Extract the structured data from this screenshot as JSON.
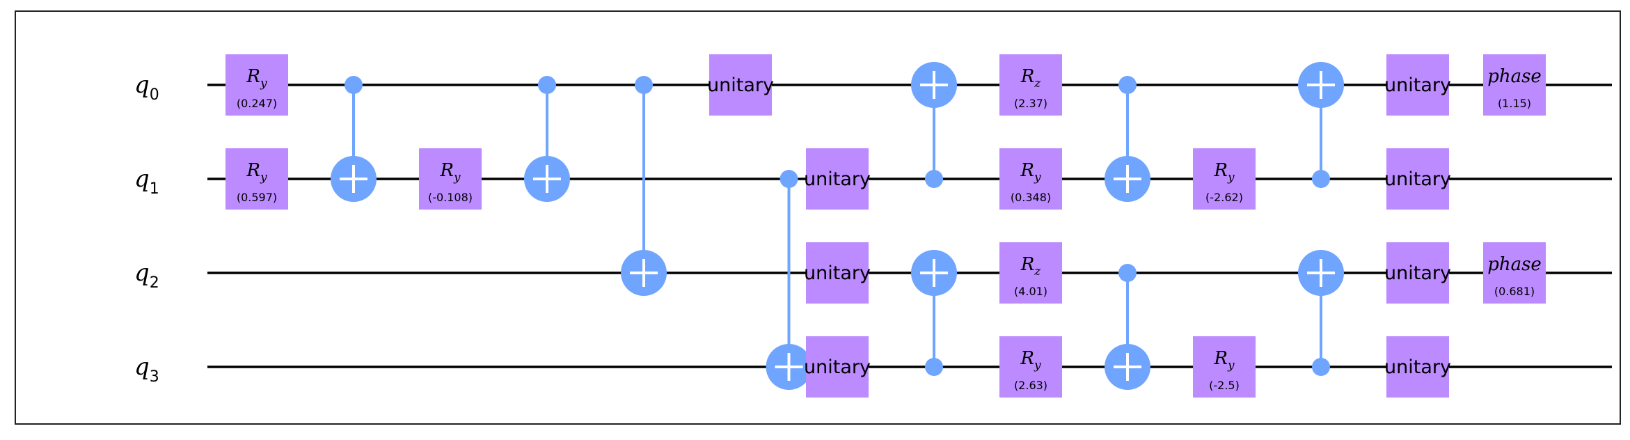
{
  "colors": {
    "gate": "#bb8bff",
    "control": "#6fa4ff",
    "wire": "#000000",
    "background": "#ffffff"
  },
  "qubits": [
    {
      "name": "q",
      "index": "0"
    },
    {
      "name": "q",
      "index": "1"
    },
    {
      "name": "q",
      "index": "2"
    },
    {
      "name": "q",
      "index": "3"
    }
  ],
  "gates": [
    {
      "type": "box",
      "col": 0,
      "qubit": 0,
      "name": "R",
      "sub": "y",
      "param": "(0.247)"
    },
    {
      "type": "box",
      "col": 0,
      "qubit": 1,
      "name": "R",
      "sub": "y",
      "param": "(0.597)"
    },
    {
      "type": "cnot",
      "col": 1,
      "control": 0,
      "target": 1
    },
    {
      "type": "box",
      "col": 2,
      "qubit": 1,
      "name": "R",
      "sub": "y",
      "param": "(-0.108)"
    },
    {
      "type": "cnot",
      "col": 3,
      "control": 0,
      "target": 1
    },
    {
      "type": "cnot",
      "col": 4,
      "control": 0,
      "target": 2
    },
    {
      "type": "box",
      "col": 5,
      "qubit": 0,
      "label": "unitary"
    },
    {
      "type": "cnot",
      "col": 5.5,
      "control": 1,
      "target": 3
    },
    {
      "type": "box",
      "col": 6,
      "qubit": 1,
      "label": "unitary"
    },
    {
      "type": "box",
      "col": 6,
      "qubit": 2,
      "label": "unitary"
    },
    {
      "type": "box",
      "col": 6,
      "qubit": 3,
      "label": "unitary"
    },
    {
      "type": "cnot",
      "col": 7,
      "control": 1,
      "target": 0
    },
    {
      "type": "cnot",
      "col": 7,
      "control": 3,
      "target": 2
    },
    {
      "type": "box",
      "col": 8,
      "qubit": 0,
      "name": "R",
      "sub": "z",
      "param": "(2.37)"
    },
    {
      "type": "box",
      "col": 8,
      "qubit": 1,
      "name": "R",
      "sub": "y",
      "param": "(0.348)"
    },
    {
      "type": "box",
      "col": 8,
      "qubit": 2,
      "name": "R",
      "sub": "z",
      "param": "(4.01)"
    },
    {
      "type": "box",
      "col": 8,
      "qubit": 3,
      "name": "R",
      "sub": "y",
      "param": "(2.63)"
    },
    {
      "type": "cnot",
      "col": 9,
      "control": 0,
      "target": 1
    },
    {
      "type": "cnot",
      "col": 9,
      "control": 2,
      "target": 3
    },
    {
      "type": "box",
      "col": 10,
      "qubit": 1,
      "name": "R",
      "sub": "y",
      "param": "(-2.62)"
    },
    {
      "type": "box",
      "col": 10,
      "qubit": 3,
      "name": "R",
      "sub": "y",
      "param": "(-2.5)"
    },
    {
      "type": "cnot",
      "col": 11,
      "control": 1,
      "target": 0
    },
    {
      "type": "cnot",
      "col": 11,
      "control": 3,
      "target": 2
    },
    {
      "type": "box",
      "col": 12,
      "qubit": 0,
      "label": "unitary"
    },
    {
      "type": "box",
      "col": 12,
      "qubit": 1,
      "label": "unitary"
    },
    {
      "type": "box",
      "col": 12,
      "qubit": 2,
      "label": "unitary"
    },
    {
      "type": "box",
      "col": 12,
      "qubit": 3,
      "label": "unitary"
    },
    {
      "type": "box",
      "col": 13,
      "qubit": 0,
      "name": "phase",
      "param": "(1.15)"
    },
    {
      "type": "box",
      "col": 13,
      "qubit": 2,
      "name": "phase",
      "param": "(0.681)"
    }
  ]
}
